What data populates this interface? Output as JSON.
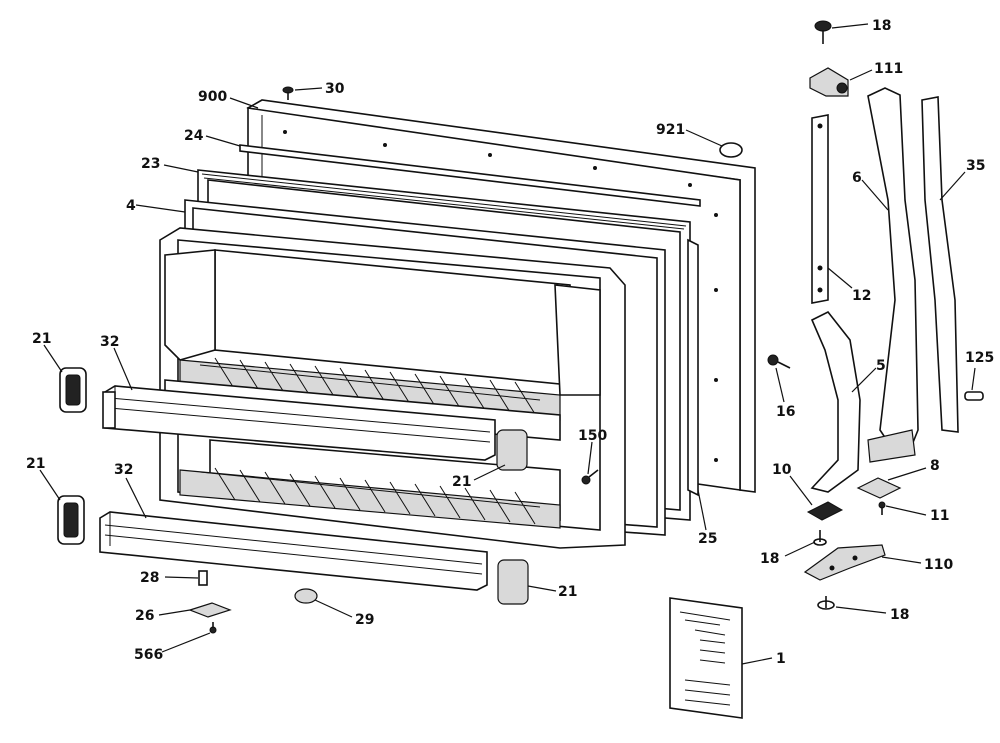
{
  "labels": {
    "l18a": "18",
    "l111": "111",
    "l30": "30",
    "l900": "900",
    "l24": "24",
    "l921": "921",
    "l23": "23",
    "l6": "6",
    "l35": "35",
    "l4": "4",
    "l12": "12",
    "l21a": "21",
    "l32a": "32",
    "l5": "5",
    "l125": "125",
    "l16": "16",
    "l150": "150",
    "l21b": "21",
    "l21c": "21",
    "l32b": "32",
    "l10": "10",
    "l8": "8",
    "l11": "11",
    "l25": "25",
    "l18b": "18",
    "l110": "110",
    "l28": "28",
    "l21d": "21",
    "l26": "26",
    "l29": "29",
    "l18c": "18",
    "l566": "566",
    "l1": "1"
  }
}
